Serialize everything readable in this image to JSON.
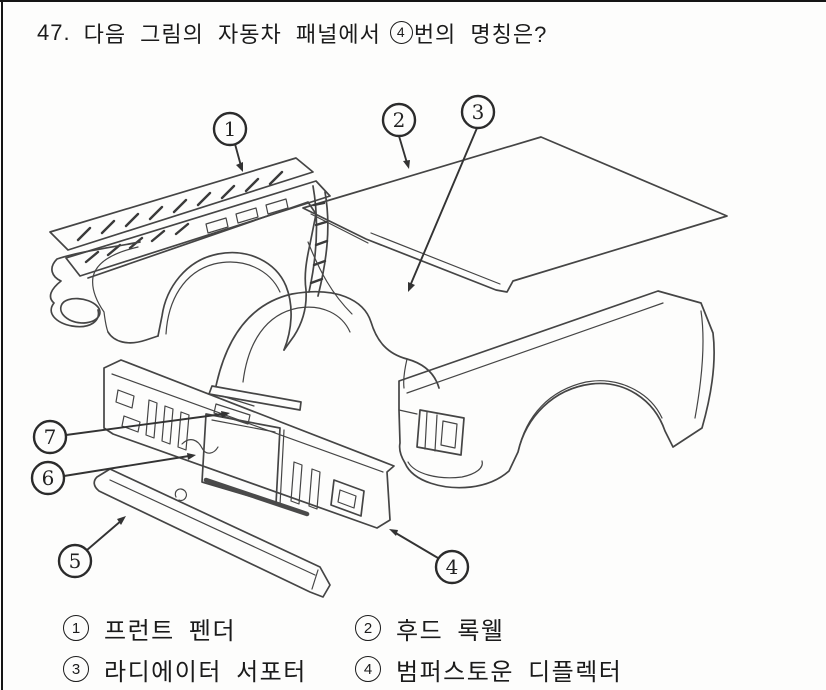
{
  "page": {
    "background": "#fdfdfc",
    "ink": "#1b1b1b",
    "line_color": "#454545"
  },
  "question": {
    "number": "47.",
    "text_before_marker": "다음 그림의 자동차 패널에서",
    "marker_digit": "4",
    "text_after_marker": "번의 명칭은?",
    "full_text": "47. 다음 그림의 자동차 패널에서 ④번의 명칭은?"
  },
  "figure": {
    "kind": "exploded-view line drawing of car front body panels",
    "callouts": [
      {
        "n": "1",
        "target": "fender apron rail (top left)"
      },
      {
        "n": "2",
        "target": "hood panel (top right)"
      },
      {
        "n": "3",
        "target": "wheel housing dome (center)"
      },
      {
        "n": "4",
        "target": "lower right corner of radiator support"
      },
      {
        "n": "5",
        "target": "stone deflector strip (bottom left)"
      },
      {
        "n": "6",
        "target": "radiator support lower bar"
      },
      {
        "n": "7",
        "target": "radiator support upper bracket"
      }
    ]
  },
  "options": [
    {
      "marker": "1",
      "label": "프런트 펜더"
    },
    {
      "marker": "2",
      "label": "후드 록웰"
    },
    {
      "marker": "3",
      "label": "라디에이터 서포터"
    },
    {
      "marker": "4",
      "label": "범퍼스토운 디플렉터"
    }
  ]
}
